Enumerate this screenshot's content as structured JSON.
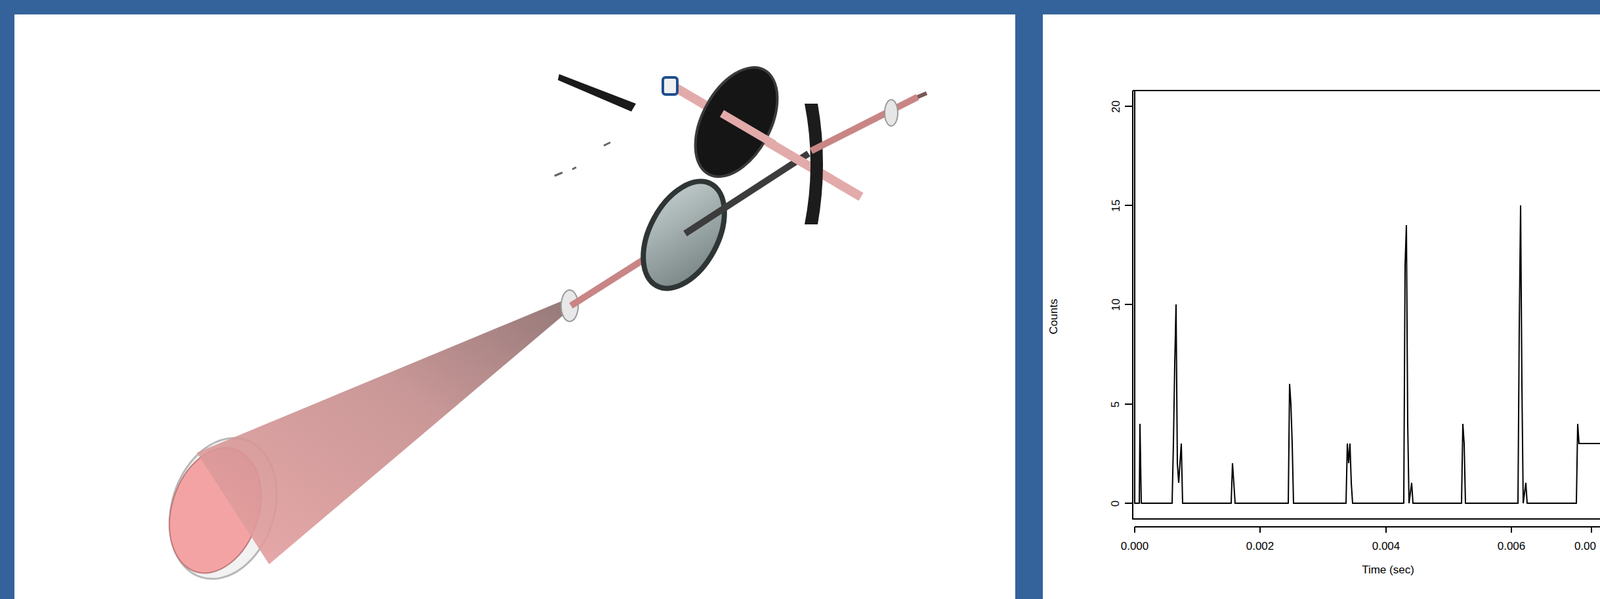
{
  "diagram": {
    "labels": [
      "20",
      "15",
      "10",
      "5",
      "0",
      "Counts",
      "0.000",
      "0.002",
      "0.004",
      "0.006",
      "0.00",
      "Time (sec)"
    ]
  }
}
